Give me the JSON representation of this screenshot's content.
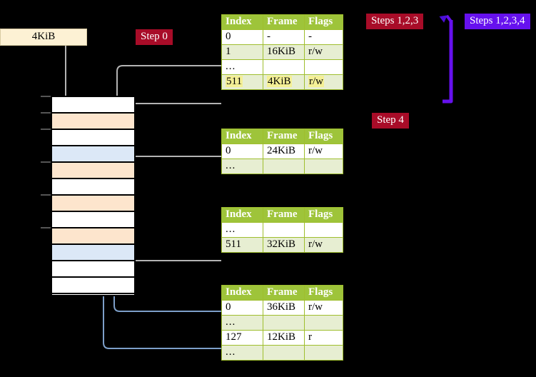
{
  "diagram": {
    "title_badges": [
      {
        "id": "steps-123",
        "label": "Steps 1,2,3",
        "color": "#a80c28"
      },
      {
        "id": "steps-1234",
        "label": "Steps 1,2,3,4",
        "color": "#6611ee"
      },
      {
        "id": "step-4",
        "label": "Step 4",
        "color": "#a80c28"
      },
      {
        "id": "step-0",
        "label": "Step 0",
        "color": "#a80c28"
      }
    ],
    "memory_label": {
      "label": "4KiB"
    },
    "colors": {
      "table_header_bg": "#9ec43a",
      "table_header_fg": "#ffffff",
      "table_border": "#9fbe2e",
      "table_alt_row": "#e7eed2",
      "highlight_yellow": "#f4f096",
      "memory_orange": "#fde5cd",
      "memory_blue": "#dce8f7",
      "wire_gray": "#b3b3b3",
      "wire_blue": "#7d9fc9",
      "bracket_violet": "#6611ee",
      "label_box_bg": "#fdf1d4",
      "background": "#000000"
    },
    "ellipsis": "...",
    "columns": [
      "Index",
      "Frame",
      "Flags"
    ],
    "tables": [
      {
        "id": "pml4-table",
        "rows": [
          {
            "index": "0",
            "frame": "-",
            "flags": "-",
            "style": "plain",
            "highlight": false
          },
          {
            "index": "1",
            "frame": "16KiB",
            "flags": "r/w",
            "style": "alt",
            "highlight": false
          },
          {
            "index": "...",
            "frame": "",
            "flags": "",
            "style": "plain",
            "highlight": false
          },
          {
            "index": "511",
            "frame": "4KiB",
            "flags": "r/w",
            "style": "alt",
            "highlight": true
          }
        ]
      },
      {
        "id": "pdp-table",
        "rows": [
          {
            "index": "0",
            "frame": "24KiB",
            "flags": "r/w",
            "style": "plain",
            "highlight": false
          },
          {
            "index": "...",
            "frame": "",
            "flags": "",
            "style": "alt",
            "highlight": false
          }
        ]
      },
      {
        "id": "pd-table",
        "rows": [
          {
            "index": "...",
            "frame": "",
            "flags": "",
            "style": "plain",
            "highlight": false
          },
          {
            "index": "511",
            "frame": "32KiB",
            "flags": "r/w",
            "style": "alt",
            "highlight": false
          }
        ]
      },
      {
        "id": "pt-table",
        "rows": [
          {
            "index": "0",
            "frame": "36KiB",
            "flags": "r/w",
            "style": "plain",
            "highlight": false
          },
          {
            "index": "...",
            "frame": "",
            "flags": "",
            "style": "alt",
            "highlight": false
          },
          {
            "index": "127",
            "frame": "12KiB",
            "flags": "r",
            "style": "plain",
            "highlight": false
          },
          {
            "index": "...",
            "frame": "",
            "flags": "",
            "style": "alt",
            "highlight": false
          }
        ]
      }
    ],
    "memory_rows": [
      {
        "i": 0,
        "fill": "white"
      },
      {
        "i": 1,
        "fill": "orange"
      },
      {
        "i": 2,
        "fill": "white"
      },
      {
        "i": 3,
        "fill": "blue"
      },
      {
        "i": 4,
        "fill": "orange"
      },
      {
        "i": 5,
        "fill": "white"
      },
      {
        "i": 6,
        "fill": "orange"
      },
      {
        "i": 7,
        "fill": "white"
      },
      {
        "i": 8,
        "fill": "orange"
      },
      {
        "i": 9,
        "fill": "blue"
      },
      {
        "i": 10,
        "fill": "white"
      },
      {
        "i": 11,
        "fill": "white"
      },
      {
        "i": 12,
        "fill": "white"
      },
      {
        "i": 13,
        "fill": "white"
      }
    ]
  }
}
